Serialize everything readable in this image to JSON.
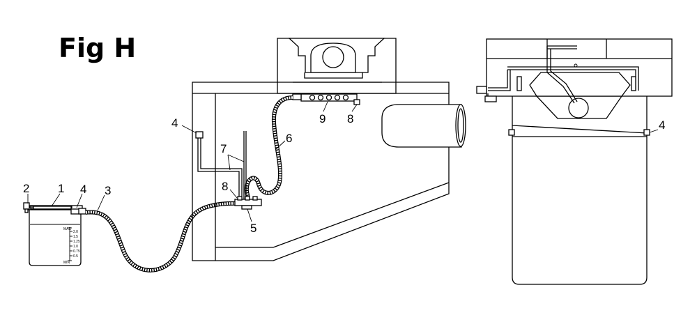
{
  "figure": {
    "title": "Fig H"
  },
  "callouts": {
    "tank": "1",
    "cap": "2",
    "fitting_tank": "4",
    "hose_main": "3",
    "fitting_left": "4",
    "pipes": "7",
    "valve_left": "8",
    "distributor": "5",
    "hose_upper": "6",
    "manifold": "9",
    "valve_right": "8",
    "fitting_side": "4"
  },
  "tank_scale": {
    "max": "MAX",
    "ticks": [
      "2.0",
      "1.5",
      "1.25",
      "1.0",
      "0.75",
      "0.5"
    ],
    "min": "MIN"
  }
}
